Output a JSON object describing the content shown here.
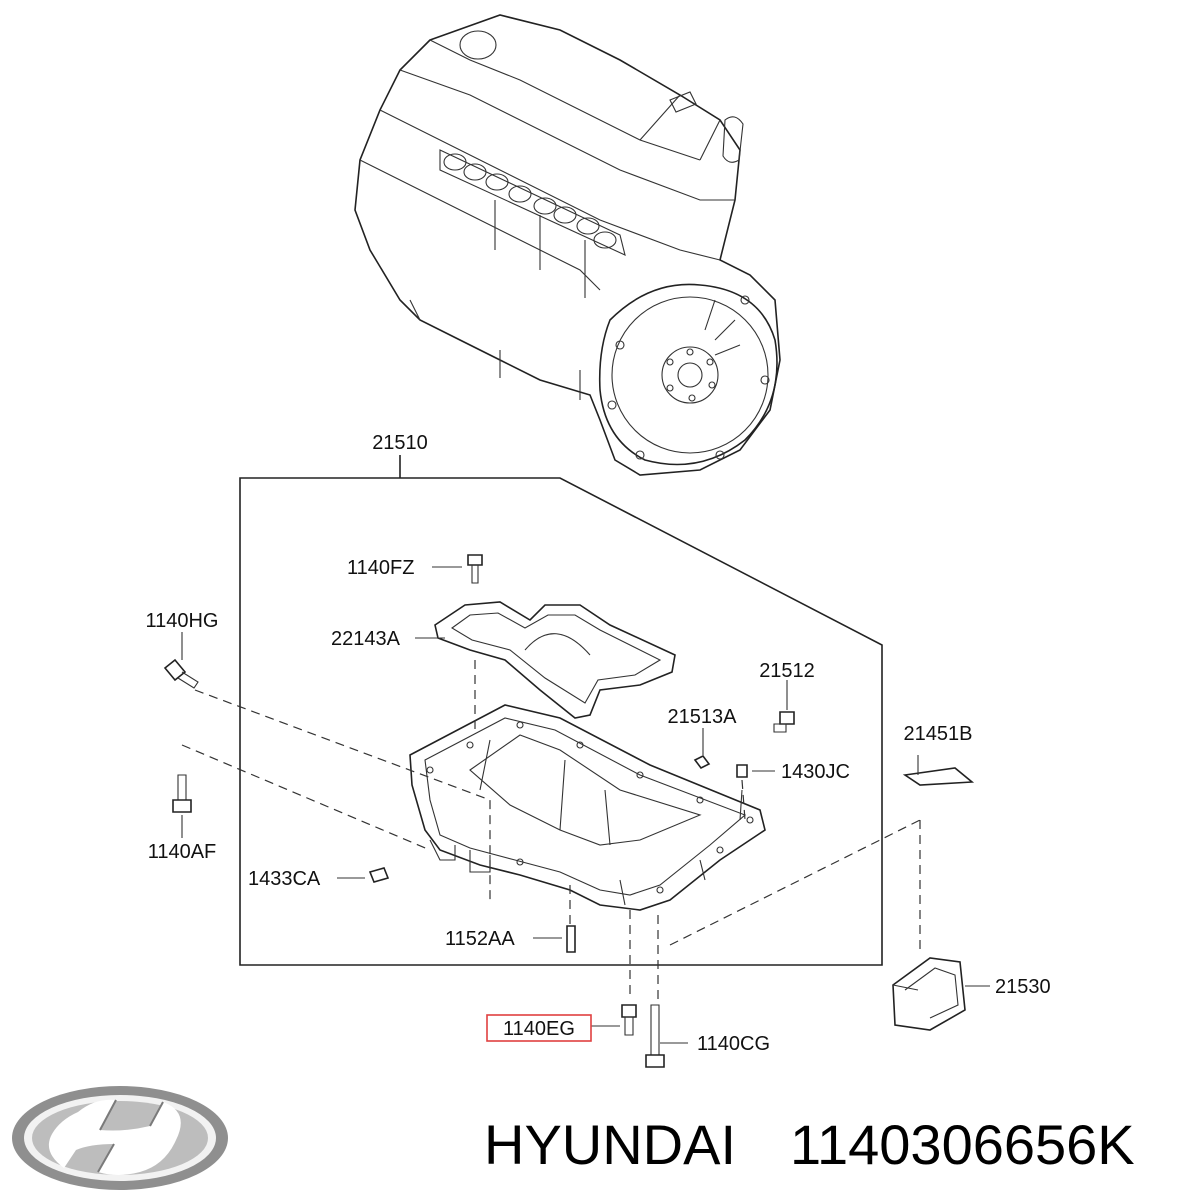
{
  "labels": {
    "p21510": "21510",
    "p1140FZ": "1140FZ",
    "p1140HG": "1140HG",
    "p22143A": "22143A",
    "p21512": "21512",
    "p21513A": "21513A",
    "p21451B": "21451B",
    "p1430JC": "1430JC",
    "p1140AF": "1140AF",
    "p1433CA": "1433CA",
    "p1152AA": "1152AA",
    "p21530": "21530",
    "p1140EG": "1140EG",
    "p1140CG": "1140CG"
  },
  "highlight": {
    "part": "1140EG",
    "color": "#e04040"
  },
  "footer": {
    "brand": "HYUNDAI",
    "part_number": "1140306656K"
  },
  "logo": {
    "name": "hyundai-logo",
    "color": "#9a9a9a"
  }
}
